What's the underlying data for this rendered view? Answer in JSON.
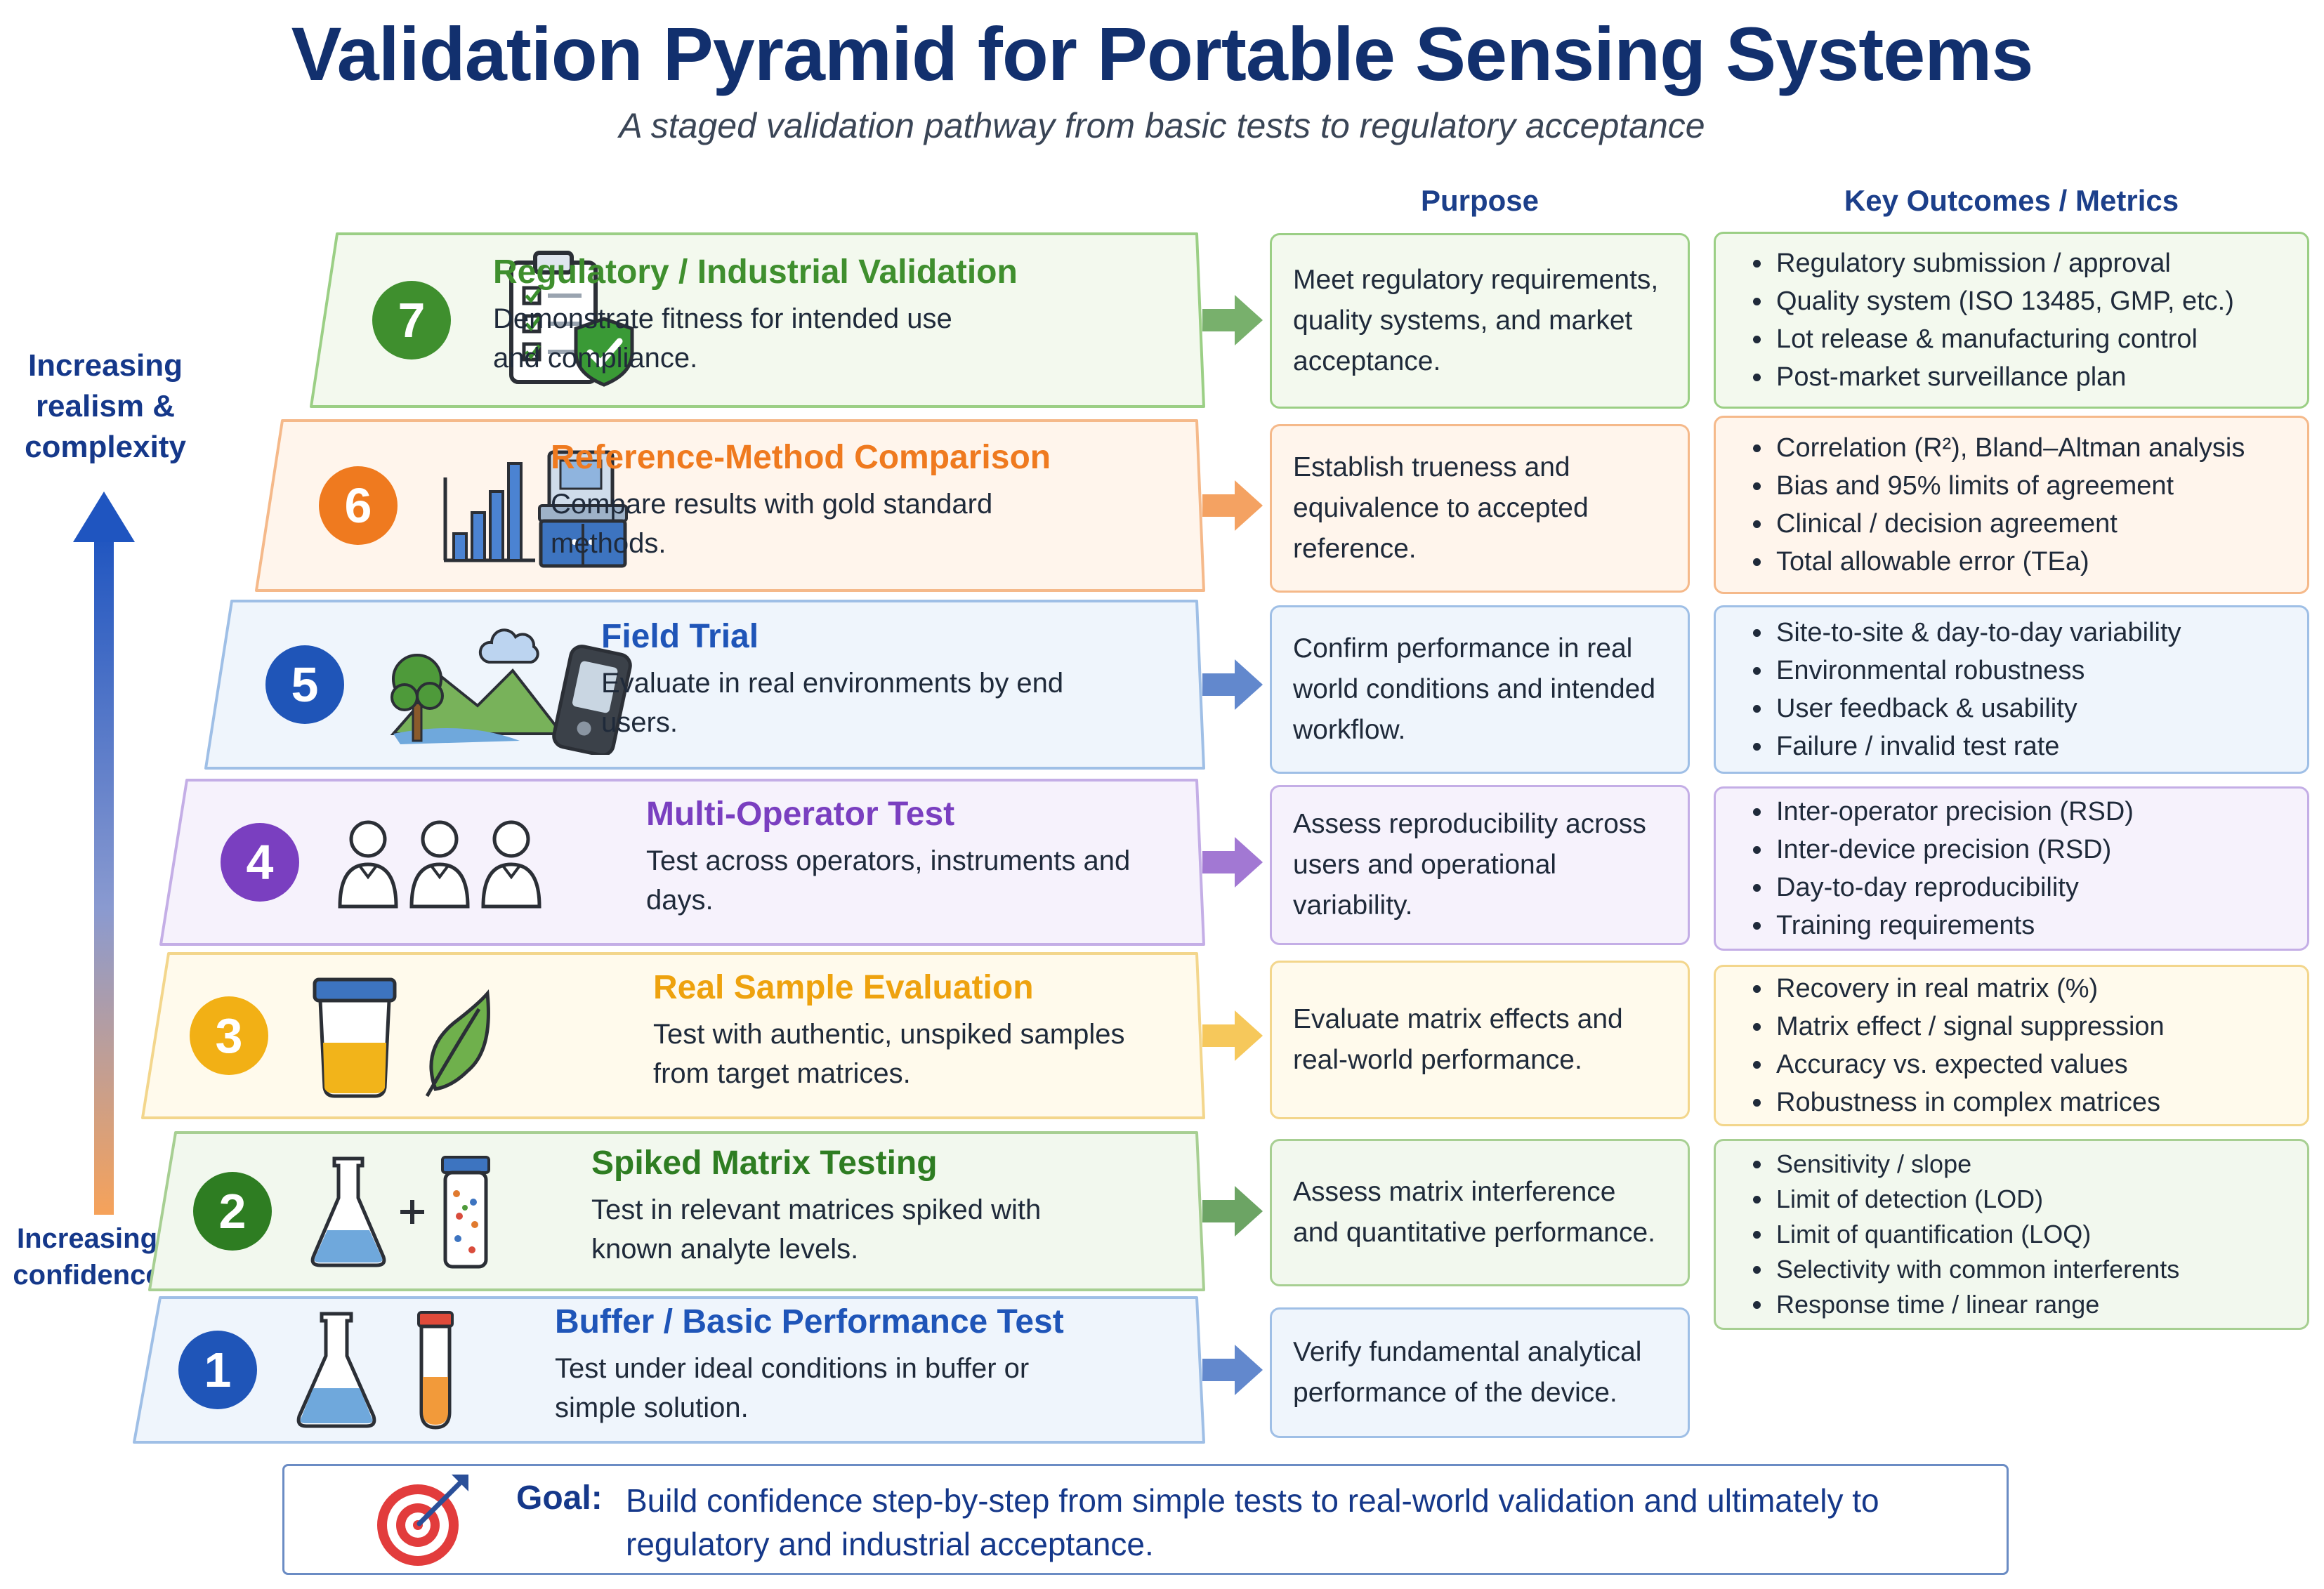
{
  "title": "Validation Pyramid for Portable Sensing Systems",
  "subtitle": "A staged validation pathway from basic tests to regulatory acceptance",
  "columns": {
    "purpose": "Purpose",
    "metrics": "Key Outcomes / Metrics"
  },
  "side": {
    "top_label": [
      "Increasing",
      "realism &",
      "complexity"
    ],
    "bottom_label": [
      "Increasing",
      "confidence"
    ]
  },
  "tiers": [
    {
      "number": "7",
      "title": "Regulatory / Industrial Validation",
      "desc": "Demonstrate fitness for intended use and compliance.",
      "purpose": "Meet regulatory requirements, quality systems, and market acceptance.",
      "metrics": [
        "Regulatory submission / approval",
        "Quality system (ISO 13485, GMP, etc.)",
        "Lot release & manufacturing control",
        "Post-market surveillance plan"
      ],
      "icon": "clipboard-shield-icon",
      "colors": {
        "accent": "#3f8f2e",
        "fill": "#f3f9ee",
        "border": "#9bcf85"
      }
    },
    {
      "number": "6",
      "title": "Reference-Method Comparison",
      "desc": "Compare results with gold standard methods.",
      "purpose": "Establish trueness and equivalence to accepted reference.",
      "metrics": [
        "Correlation (R²), Bland–Altman analysis",
        "Bias and 95% limits of agreement",
        "Clinical / decision agreement",
        "Total allowable error (TEa)"
      ],
      "icon": "bar-chart-analyzer-icon",
      "colors": {
        "accent": "#ef7a1f",
        "fill": "#fff5ec",
        "border": "#f5b98a"
      }
    },
    {
      "number": "5",
      "title": "Field Trial",
      "desc": "Evaluate in real environments by end users.",
      "purpose": "Confirm performance in real world conditions and intended workflow.",
      "metrics": [
        "Site-to-site & day-to-day variability",
        "Environmental robustness",
        "User feedback & usability",
        "Failure / invalid test rate"
      ],
      "icon": "landscape-device-icon",
      "colors": {
        "accent": "#1f55b8",
        "fill": "#eff5fc",
        "border": "#9fbfe6"
      }
    },
    {
      "number": "4",
      "title": "Multi-Operator Test",
      "desc": "Test across operators, instruments and days.",
      "purpose": "Assess reproducibility across users and operational variability.",
      "metrics": [
        "Inter-operator precision (RSD)",
        "Inter-device precision (RSD)",
        "Day-to-day reproducibility",
        "Training requirements"
      ],
      "icon": "three-users-icon",
      "colors": {
        "accent": "#7a3fc0",
        "fill": "#f6f2fc",
        "border": "#c4aee6"
      }
    },
    {
      "number": "3",
      "title": "Real Sample Evaluation",
      "desc": "Test with authentic, unspiked samples from target matrices.",
      "purpose": "Evaluate matrix effects and real-world performance.",
      "metrics": [
        "Recovery in real matrix (%)",
        "Matrix effect / signal suppression",
        "Accuracy vs. expected values",
        "Robustness in complex matrices"
      ],
      "icon": "sample-jar-leaf-icon",
      "colors": {
        "accent": "#f2b015",
        "fill": "#fffaec",
        "border": "#f3d68c"
      }
    },
    {
      "number": "2",
      "title": "Spiked Matrix Testing",
      "desc": "Test in relevant matrices spiked with known analyte levels.",
      "purpose": "Assess matrix interference and quantitative performance.",
      "metrics": [
        "Sensitivity / slope",
        "Limit of detection (LOD)",
        "Limit of quantification (LOQ)",
        "Selectivity with common interferents",
        "Response time / linear range"
      ],
      "icon": "flask-plus-vial-icon",
      "colors": {
        "accent": "#2e7d22",
        "fill": "#f2f8ee",
        "border": "#a7cf92"
      }
    },
    {
      "number": "1",
      "title": "Buffer / Basic Performance Test",
      "desc": "Test under ideal conditions in buffer or simple solution.",
      "purpose": "Verify fundamental analytical performance of the device.",
      "metrics": [],
      "icon": "flask-test-tube-icon",
      "colors": {
        "accent": "#1f55b8",
        "fill": "#eff5fc",
        "border": "#9fbfe6"
      }
    }
  ],
  "goal": {
    "label": "Goal:",
    "text": "Build confidence step-by-step from simple tests to real-world validation and ultimately to regulatory and industrial acceptance."
  }
}
